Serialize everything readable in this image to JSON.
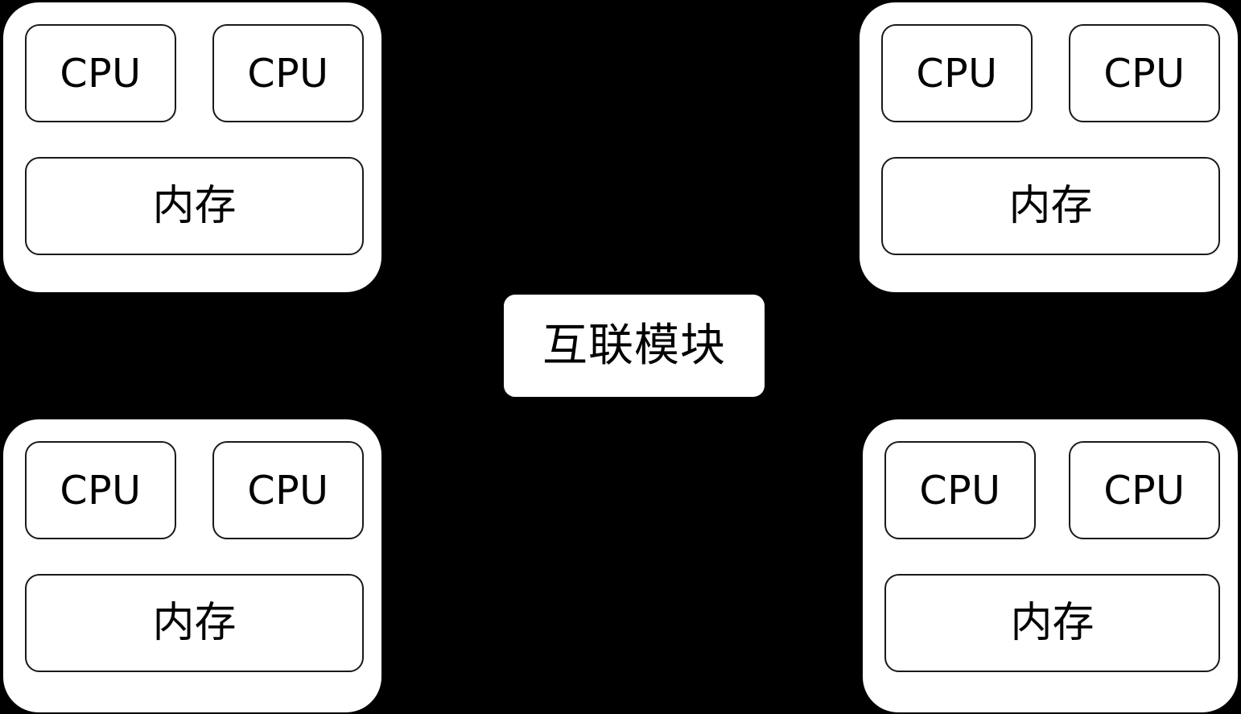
{
  "diagram": {
    "type": "numa-architecture",
    "background_color": "#000000",
    "node_fill_color": "#ffffff",
    "box_fill_color": "#ffffff",
    "box_border_color": "#1a1a1a",
    "text_color": "#000000"
  },
  "interconnect": {
    "label": "互联模块"
  },
  "nodes": [
    {
      "position": "top-left",
      "cpus": [
        {
          "label": "CPU"
        },
        {
          "label": "CPU"
        }
      ],
      "memory": {
        "label": "内存"
      }
    },
    {
      "position": "top-right",
      "cpus": [
        {
          "label": "CPU"
        },
        {
          "label": "CPU"
        }
      ],
      "memory": {
        "label": "内存"
      }
    },
    {
      "position": "bottom-left",
      "cpus": [
        {
          "label": "CPU"
        },
        {
          "label": "CPU"
        }
      ],
      "memory": {
        "label": "内存"
      }
    },
    {
      "position": "bottom-right",
      "cpus": [
        {
          "label": "CPU"
        },
        {
          "label": "CPU"
        }
      ],
      "memory": {
        "label": "内存"
      }
    }
  ]
}
